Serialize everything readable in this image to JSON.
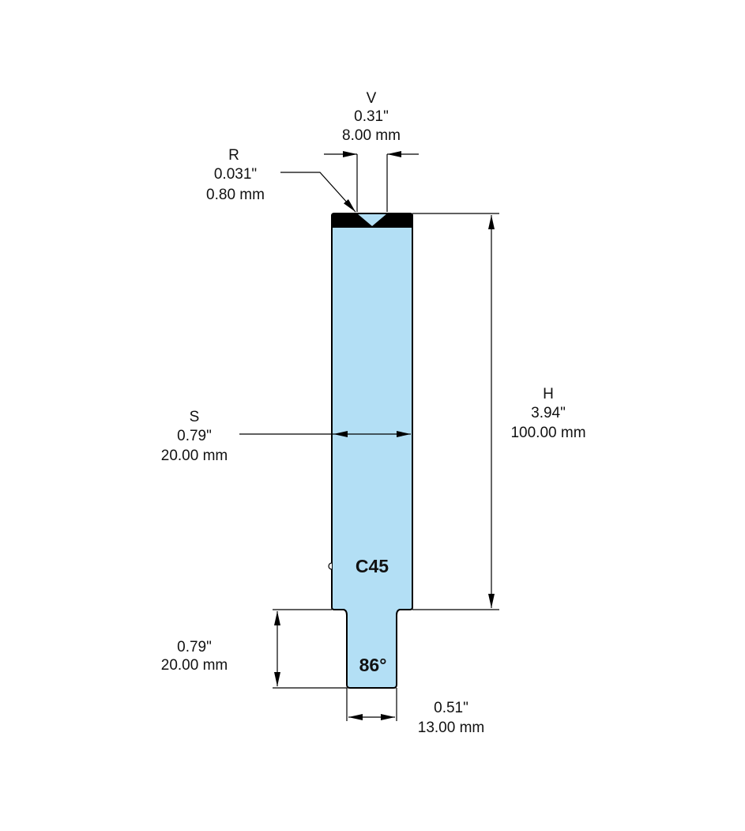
{
  "colors": {
    "body_fill": "#b3dff5",
    "tip": "#000000",
    "lines": "#000000"
  },
  "material": "C45",
  "angle": "86°",
  "dimensions": {
    "v": {
      "label": "V",
      "inch": "0.31\"",
      "mm": "8.00 mm"
    },
    "r": {
      "label": "R",
      "inch": "0.031\"",
      "mm": "0.80 mm"
    },
    "s": {
      "label": "S",
      "inch": "0.79\"",
      "mm": "20.00 mm"
    },
    "h": {
      "label": "H",
      "inch": "3.94\"",
      "mm": "100.00 mm"
    },
    "tang_height": {
      "inch": "0.79\"",
      "mm": "20.00 mm"
    },
    "tang_width": {
      "inch": "0.51\"",
      "mm": "13.00 mm"
    }
  }
}
